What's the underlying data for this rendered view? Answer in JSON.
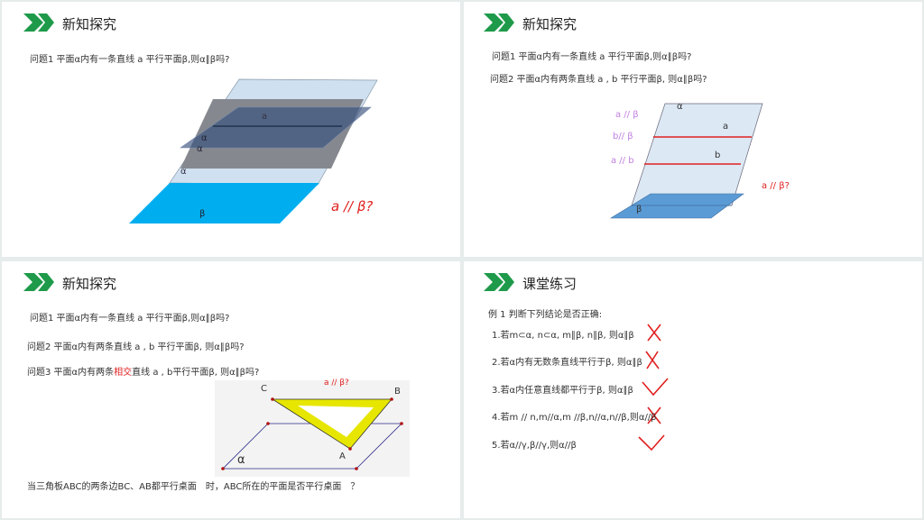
{
  "slides": [
    {
      "title": "新知探究",
      "q1": "问题1 平面α内有一条直线 a 平行平面β,则α∥β吗?",
      "labels": {
        "a": "a",
        "alpha": "α",
        "beta": "β",
        "question": "a // β?"
      }
    },
    {
      "title": "新知探究",
      "q1": "问题1  平面α内有一条直线 a 平行平面β,则α∥β吗?",
      "q2": "问题2  平面α内有两条直线 a , b 平行平面β, 则α∥β吗?",
      "labels": {
        "a_par_beta": "a // β",
        "b_par_beta": "b// β",
        "a_par_b": "a // b",
        "alpha": "α",
        "a": "a",
        "b": "b",
        "beta": "β",
        "question": "a // β?"
      }
    },
    {
      "title": "新知探究",
      "q1": "问题1 平面α内有一条直线 a 平行平面β,则α∥β吗?",
      "q2": "问题2 平面α内有两条直线 a , b 平行平面β, 则α∥β吗?",
      "q3_pre": "问题3 平面α内有两条",
      "q3_red": "相交",
      "q3_post": "直线 a , b平行平面β, 则α∥β吗?",
      "labels": {
        "C": "C",
        "B": "B",
        "A": "A",
        "alpha": "α",
        "question": "a // β?"
      },
      "caption": "当三角板ABC的两条边BC、AB都平行桌面　时，ABC所在的平面是否平行桌面　？"
    },
    {
      "title": "课堂练习",
      "example": "例 1   判断下列结论是否正确:",
      "items": [
        {
          "text": "1.若m⊂α, n⊂α, m∥β, n∥β, 则α∥β",
          "mark": "wrong"
        },
        {
          "text": "2.若α内有无数条直线平行于β, 则α∥β",
          "mark": "wrong"
        },
        {
          "text": "3.若α内任意直线都平行于β, 则α∥β",
          "mark": "right"
        },
        {
          "text": "4.若m // n,m//α,m //β,n//α,n//β,则α//β",
          "mark": "wrong"
        },
        {
          "text": "5.若α//γ,β//γ,则α//β",
          "mark": "right"
        }
      ]
    }
  ],
  "colors": {
    "accent": "#1e9a4a",
    "red": "#e02020",
    "purple": "#c080e0"
  }
}
